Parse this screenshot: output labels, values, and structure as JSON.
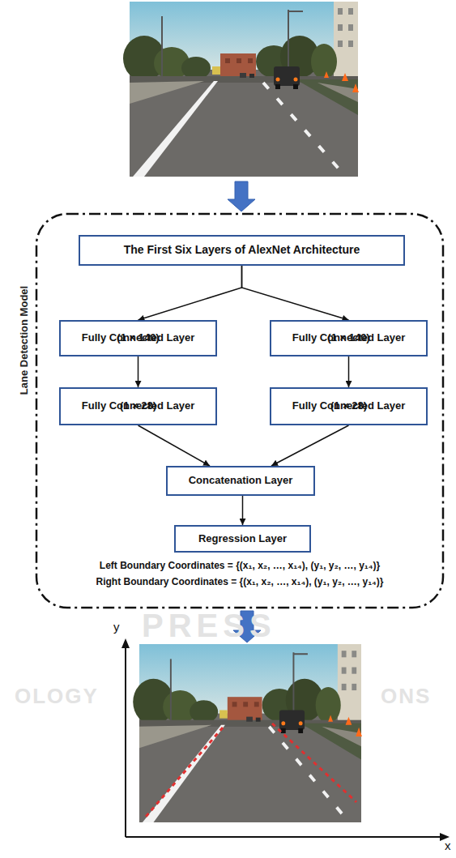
{
  "diagram": {
    "nodes": [
      {
        "text": [
          "Lane Detection Model",
          "Left Boundary Coordinates = {(x₁, x₂, …, x₁₄), (y₁, y₂, …, y₁₄)}",
          "Right Boundary Coordinates = {(x₁, x₂, …, x₁₄), (y₁, y₂, …, y₁₄)}"
        ]
      },
      {
        "text": [
          "The First Six Layers of AlexNet Architecture"
        ],
        "in": 0
      },
      {
        "text": [
          "Fully Connected Layer",
          "(1 × 140)"
        ],
        "in": 0
      },
      {
        "text": [
          "Fully Connected Layer",
          "(1 × 140)"
        ],
        "in": 0
      },
      {
        "text": [
          "Fully Connected Layer",
          "(1 × 28)"
        ],
        "in": 0
      },
      {
        "text": [
          "Fully Connected Layer",
          "(1 × 28)"
        ],
        "in": 0
      },
      {
        "text": [
          "Concatenation Layer"
        ],
        "in": 0
      },
      {
        "text": [
          "Regression Layer"
        ],
        "in": 0
      }
    ],
    "edges": [
      {
        "from": 1,
        "to": 2,
        "arrow": "to"
      },
      {
        "from": 1,
        "to": 3,
        "arrow": "to"
      },
      {
        "from": 2,
        "to": 4,
        "arrow": "to"
      },
      {
        "from": 3,
        "to": 5,
        "arrow": "to"
      },
      {
        "from": 4,
        "to": 6,
        "arrow": "to"
      },
      {
        "from": 5,
        "to": 6,
        "arrow": "to"
      },
      {
        "from": 6,
        "to": 7,
        "arrow": "to"
      }
    ],
    "labels": [
      "y",
      "x",
      "PRESS",
      "OLOGY",
      "ONS"
    ]
  }
}
